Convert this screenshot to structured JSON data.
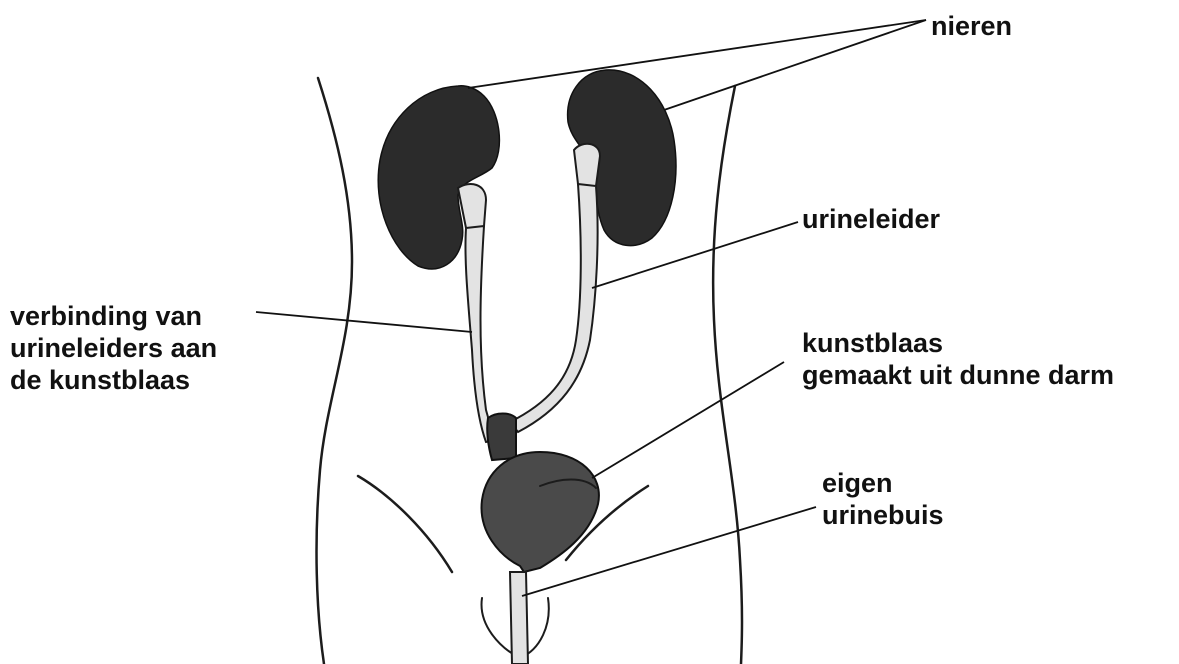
{
  "labels": {
    "nieren": "nieren",
    "urineleider": "urineleider",
    "verbinding": [
      "verbinding van",
      "urineleiders aan",
      "de kunstblaas"
    ],
    "kunstblaas": [
      "kunstblaas",
      "gemaakt uit dunne darm"
    ],
    "urinebuis": [
      "eigen",
      "urinebuis"
    ]
  },
  "colors": {
    "organ_fill": "#2b2b2b",
    "bladder_fill": "#4a4a4a",
    "ureter_fill": "#e3e3e3",
    "outline": "#1c1c1c",
    "text": "#111111"
  }
}
